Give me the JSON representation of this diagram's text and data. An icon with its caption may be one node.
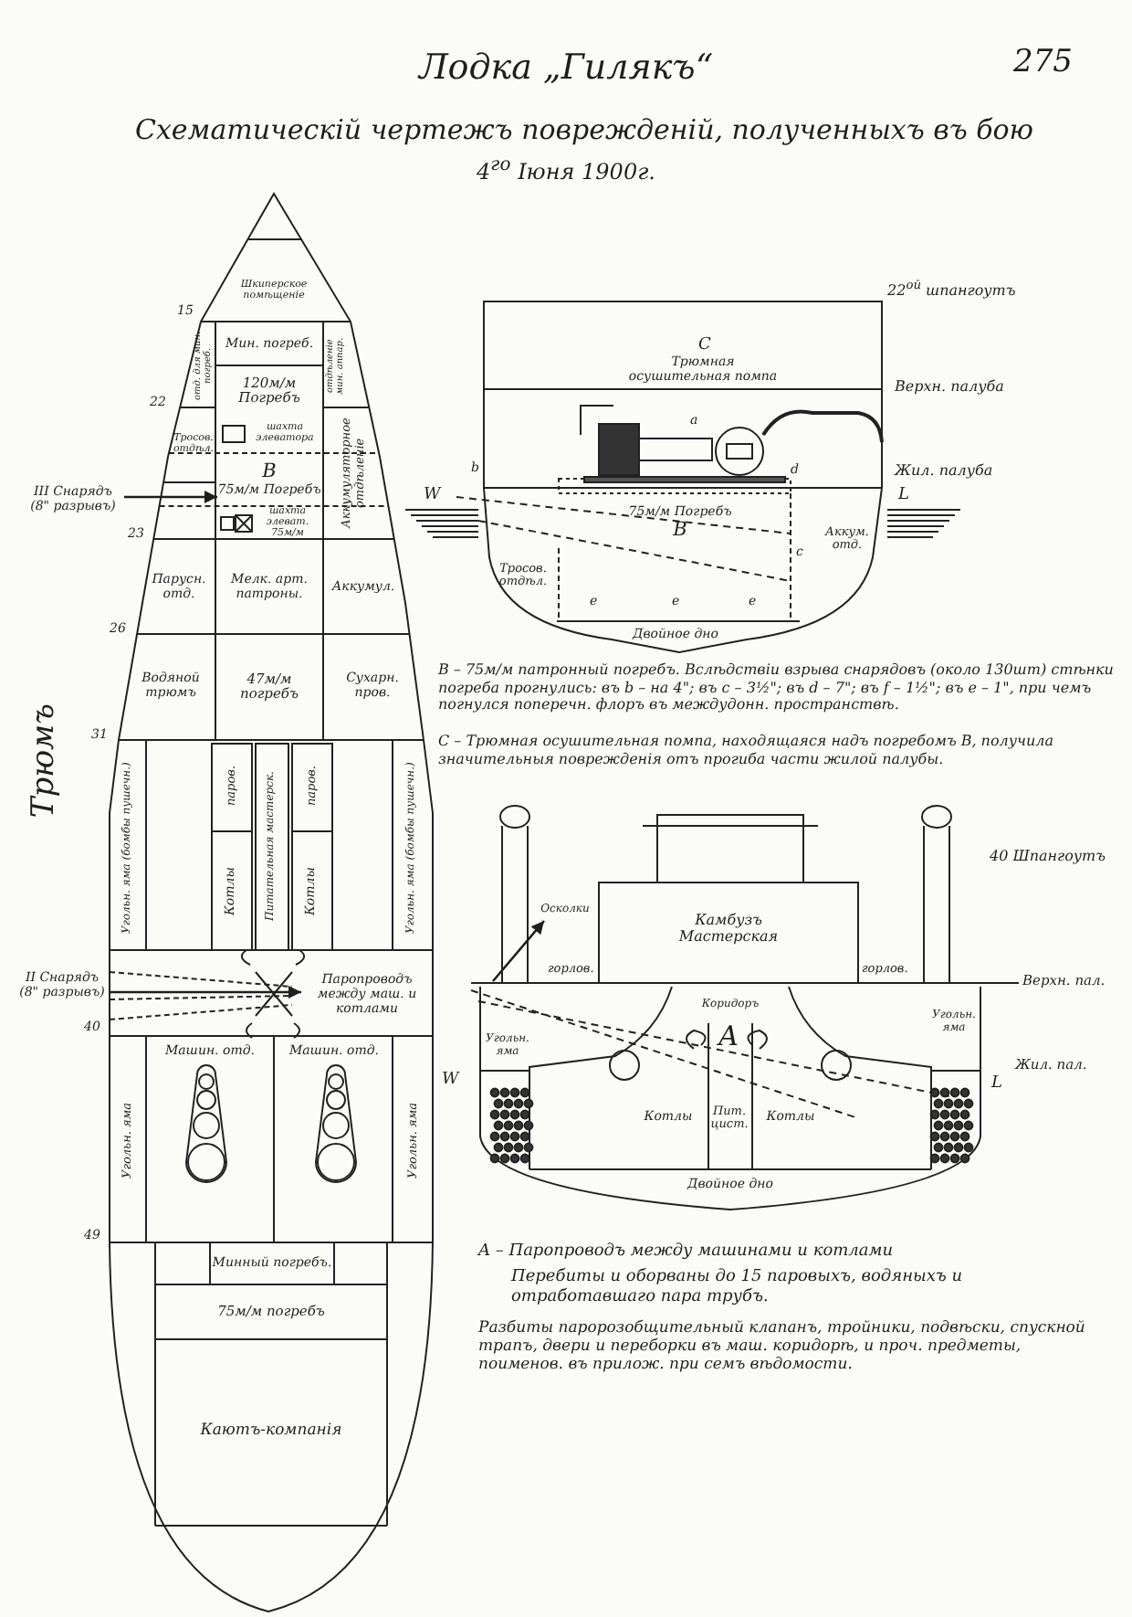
{
  "diagram": {
    "title": "Лодка „Гилякъ“",
    "nodes": [
      {
        "text": [
          "Шкиперское помѣщеніе"
        ]
      },
      {
        "text": [
          "отд. для мин. погреб."
        ]
      },
      {
        "text": [
          "Мин. погреб."
        ]
      },
      {
        "text": [
          "отдѣленіе мин. аппар."
        ]
      },
      {
        "text": [
          "120м/м Погребъ"
        ]
      },
      {
        "text": [
          "шахта элеватора"
        ]
      },
      {
        "text": [
          "Тросов. отдѣл."
        ]
      },
      {
        "text": [
          "Аккумуляторное отдѣленіе"
        ]
      },
      {
        "text": [
          "III Снарядъ",
          "(8\" разрывъ)"
        ]
      },
      {
        "text": [
          "B",
          "75м/м Погребъ"
        ]
      },
      {
        "text": [
          "шахта элеват. 75м/м"
        ]
      },
      {
        "text": [
          "Парусн. отд."
        ]
      },
      {
        "text": [
          "Мелк. арт. патроны."
        ]
      },
      {
        "text": [
          "Аккумул."
        ]
      },
      {
        "text": [
          "Водяной трюмъ"
        ]
      },
      {
        "text": [
          "47м/м погребъ"
        ]
      },
      {
        "text": [
          "Сухарн. пров."
        ]
      },
      {
        "text": [
          "Угольн. яма (бомбы пушечн.)"
        ]
      },
      {
        "text": [
          "паров."
        ]
      },
      {
        "text": [
          "Котлы"
        ]
      },
      {
        "text": [
          "Питательная мастерск."
        ]
      },
      {
        "text": [
          "паров."
        ]
      },
      {
        "text": [
          "Котлы"
        ]
      },
      {
        "text": [
          "Угольн. яма (бомбы пушечн.)"
        ]
      },
      {
        "text": [
          "II Снарядъ",
          "(8\" разрывъ)"
        ]
      },
      {
        "text": [
          "Паропроводъ между маш. и котлами"
        ]
      },
      {
        "text": [
          "Угольн. яма"
        ]
      },
      {
        "text": [
          "Машин. отд."
        ]
      },
      {
        "text": [
          "Машин. отд."
        ]
      },
      {
        "text": [
          "Угольн. яма"
        ]
      },
      {
        "text": [
          "Минный погребъ."
        ]
      },
      {
        "text": [
          "75м/м погребъ"
        ]
      },
      {
        "text": [
          "Каютъ-компанія"
        ]
      },
      {
        "text": [
          "Тросов. отдѣл."
        ]
      },
      {
        "text": [
          "75м/м Погребъ",
          "B"
        ]
      },
      {
        "text": [
          "Аккум. отд."
        ]
      },
      {
        "text": [
          "Двойное дно"
        ]
      },
      {
        "text": [
          "Камбузъ",
          "Мастерская"
        ]
      },
      {
        "text": [
          "Осколки"
        ]
      },
      {
        "text": [
          "Угольн. яма"
        ]
      },
      {
        "text": [
          "Угольн. яма"
        ]
      },
      {
        "text": [
          "Котлы"
        ]
      },
      {
        "text": [
          "Пит. цист."
        ]
      },
      {
        "text": [
          "Котлы"
        ]
      },
      {
        "text": [
          "Двойное дно"
        ]
      }
    ],
    "edges": [
      {
        "from": 8,
        "to": 9,
        "arrow": "to"
      },
      {
        "from": 24,
        "to": 25,
        "arrow": "to"
      },
      {
        "from": null,
        "to": 38,
        "arrow": "to"
      }
    ],
    "labels": [
      "275",
      "Схематическій чертежъ поврежденій, полученныхъ въ бою",
      "4$^{го}$ Іюня 1900г.",
      "15",
      "22",
      "23",
      "26",
      "31",
      "Трюмъ",
      "40",
      "49",
      "22$^{ой}$ шпангоутъ",
      "C",
      "Трюмная осушительная помпа",
      "Верхн. палуба",
      "a",
      "b",
      "d",
      "Жил. палуба",
      "W",
      "L",
      "c",
      "e",
      "e",
      "e",
      "B – 75м/м патронный погребъ. Вслѣдствіи взрыва снарядовъ (около 130шт) стѣнки погреба прогнулись: въ b – на 4\"; въ c – 3½\"; въ d – 7\"; въ f – 1½\"; въ e – 1\", при чемъ погнулся поперечн. флоръ въ междудонн. пространствѣ.",
      "C – Трюмная осушительная помпа, находящаяся надъ погребомъ B, получила значительныя поврежденія отъ прогиба части жилой палубы.",
      "40 Шпангоутъ",
      "горлов.",
      "горлов.",
      "Верхн. пал.",
      "Коридоръ",
      "A",
      "Жил. пал.",
      "W",
      "L",
      "A – Паропроводъ между машинами и котлами",
      "Перебиты и оборваны до 15 паровыхъ, водяныхъ и отработавшаго пара трубъ.",
      "Разбиты паророзобщительный клапанъ, тройники, подвѣски, спускной трапъ, двери и переборки въ маш. коридорѣ, и проч. предметы, поименов. въ прилож. при семъ вѣдомости."
    ]
  }
}
